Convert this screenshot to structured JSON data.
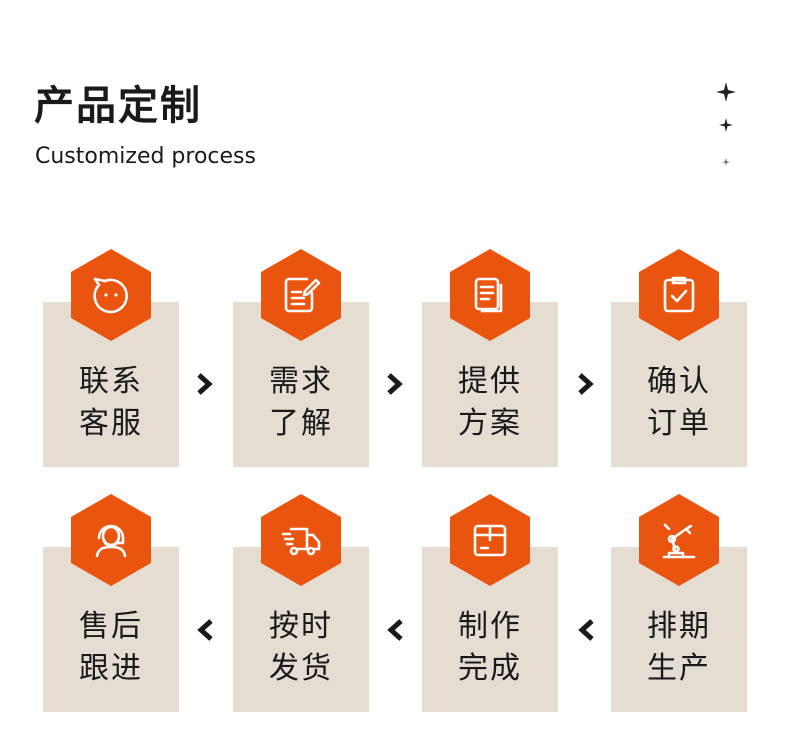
{
  "header": {
    "title": "产品定制",
    "subtitle": "Customized process"
  },
  "colors": {
    "accent": "#e9540f",
    "card": "#e5dcd2",
    "text": "#1a1a1a"
  },
  "steps": [
    {
      "line1": "联系",
      "line2": "客服",
      "icon": "chat-bubble-icon"
    },
    {
      "line1": "需求",
      "line2": "了解",
      "icon": "document-pen-icon"
    },
    {
      "line1": "提供",
      "line2": "方案",
      "icon": "document-list-icon"
    },
    {
      "line1": "确认",
      "line2": "订单",
      "icon": "clipboard-check-icon"
    },
    {
      "line1": "排期",
      "line2": "生产",
      "icon": "robot-arm-icon"
    },
    {
      "line1": "制作",
      "line2": "完成",
      "icon": "package-box-icon"
    },
    {
      "line1": "按时",
      "line2": "发货",
      "icon": "delivery-truck-icon"
    },
    {
      "line1": "售后",
      "line2": "跟进",
      "icon": "headset-agent-icon"
    }
  ]
}
